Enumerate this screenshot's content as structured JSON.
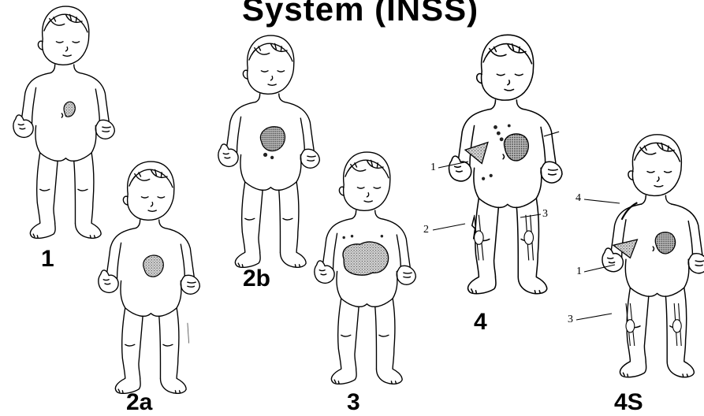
{
  "header": {
    "title": "System (INSS)"
  },
  "stages": [
    {
      "id": "1",
      "label": "1"
    },
    {
      "id": "2a",
      "label": "2a"
    },
    {
      "id": "2b",
      "label": "2b"
    },
    {
      "id": "3",
      "label": "3"
    },
    {
      "id": "4",
      "label": "4"
    },
    {
      "id": "4S",
      "label": "4S"
    }
  ],
  "callouts": {
    "stage4": [
      "1",
      "2",
      "3"
    ],
    "stage4s": [
      "4",
      "1",
      "3"
    ]
  },
  "colors": {
    "ink": "#000000",
    "tumor_fill": "#9a9a9a",
    "background": "#ffffff"
  }
}
